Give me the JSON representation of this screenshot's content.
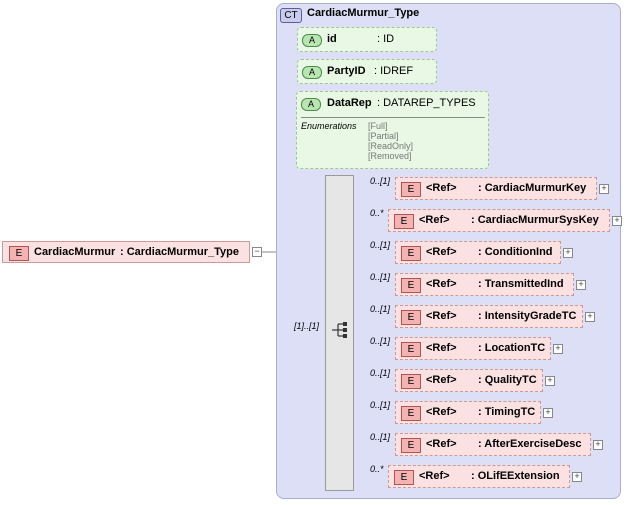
{
  "complex_type": {
    "badge": "CT",
    "name": "CardiacMurmur_Type"
  },
  "attributes": [
    {
      "badge": "A",
      "name": "id",
      "type": ": ID"
    },
    {
      "badge": "A",
      "name": "PartyID",
      "type": ": IDREF"
    },
    {
      "badge": "A",
      "name": "DataRep",
      "type": ": DATAREP_TYPES",
      "enum_label": "Enumerations",
      "enumerations": [
        "[Full]",
        "[Partial]",
        "[ReadOnly]",
        "[Removed]"
      ]
    }
  ],
  "root": {
    "badge": "E",
    "name": "CardiacMurmur",
    "type": ": CardiacMurmur_Type",
    "expand": "−"
  },
  "sequence": {
    "cardinality": "[1]..[1]"
  },
  "refs": [
    {
      "card": "0..[1]",
      "badge": "E",
      "ref": "<Ref>",
      "name": ": CardiacMurmurKey"
    },
    {
      "card": "0..*",
      "badge": "E",
      "ref": "<Ref>",
      "name": ": CardiacMurmurSysKey"
    },
    {
      "card": "0..[1]",
      "badge": "E",
      "ref": "<Ref>",
      "name": ": ConditionInd"
    },
    {
      "card": "0..[1]",
      "badge": "E",
      "ref": "<Ref>",
      "name": ": TransmittedInd"
    },
    {
      "card": "0..[1]",
      "badge": "E",
      "ref": "<Ref>",
      "name": ": IntensityGradeTC"
    },
    {
      "card": "0..[1]",
      "badge": "E",
      "ref": "<Ref>",
      "name": ": LocationTC"
    },
    {
      "card": "0..[1]",
      "badge": "E",
      "ref": "<Ref>",
      "name": ": QualityTC"
    },
    {
      "card": "0..[1]",
      "badge": "E",
      "ref": "<Ref>",
      "name": ": TimingTC"
    },
    {
      "card": "0..[1]",
      "badge": "E",
      "ref": "<Ref>",
      "name": ": AfterExerciseDesc"
    },
    {
      "card": "0..*",
      "badge": "E",
      "ref": "<Ref>",
      "name": ": OLifEExtension"
    }
  ],
  "expand_glyph": "+"
}
